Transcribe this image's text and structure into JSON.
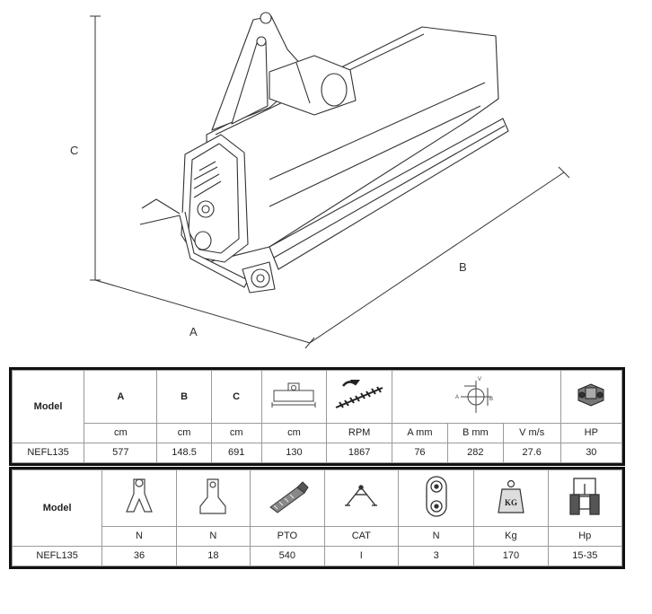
{
  "drawing": {
    "dimension_labels": {
      "a": "A",
      "b": "B",
      "c": "C"
    }
  },
  "table1": {
    "model_header": "Model",
    "headers": [
      "A",
      "B",
      "C"
    ],
    "icons": [
      "mulcher-width-icon",
      "rotor-rpm-icon",
      "knife-shaft-diagram-icon",
      "gearbox-hp-icon"
    ],
    "units": [
      "cm",
      "cm",
      "cm",
      "cm",
      "RPM",
      "A mm",
      "B mm",
      "V m/s",
      "HP"
    ],
    "row": {
      "model": "NEFL135",
      "values": [
        "577",
        "148.5",
        "691",
        "130",
        "1867",
        "76",
        "282",
        "27.6",
        "30"
      ]
    },
    "diagram_letters": {
      "v": "V",
      "a": "A",
      "b": "B"
    }
  },
  "table2": {
    "model_header": "Model",
    "icons": [
      "y-blade-icon",
      "hammer-blade-icon",
      "pto-shaft-icon",
      "three-point-hitch-icon",
      "pulley-belt-icon",
      "weight-icon",
      "tractor-icon"
    ],
    "weight_icon_text": "KG",
    "units": [
      "N",
      "N",
      "PTO",
      "CAT",
      "N",
      "Kg",
      "Hp"
    ],
    "row": {
      "model": "NEFL135",
      "values": [
        "36",
        "18",
        "540",
        "I",
        "3",
        "170",
        "15-35"
      ]
    }
  },
  "colors": {
    "border": "#111111",
    "grid": "#9a9a9a",
    "line": "#333333"
  }
}
